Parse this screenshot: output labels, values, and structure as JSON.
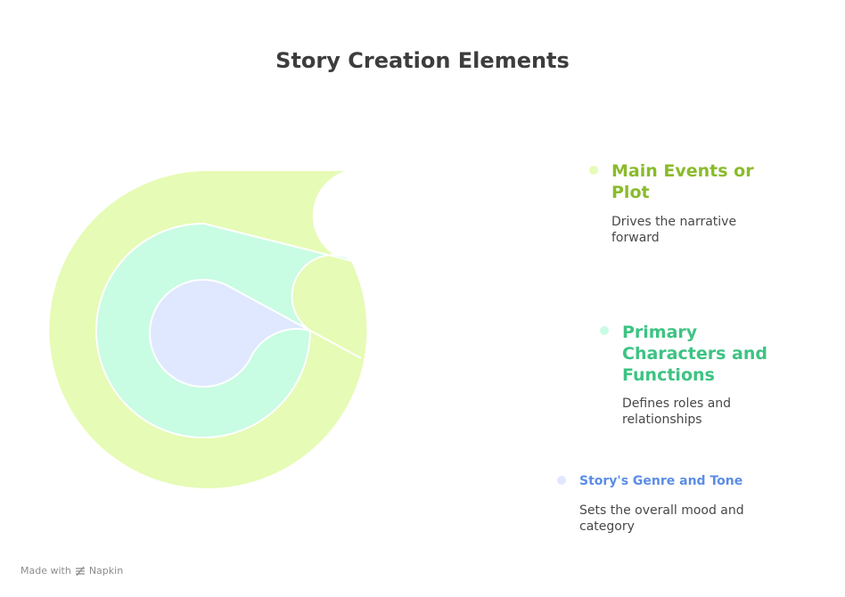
{
  "title": "Story Creation Elements",
  "layers": [
    {
      "id": "plot",
      "title": "Main Events or Plot",
      "description": "Drives the narrative forward",
      "fill": "#e6fbb5",
      "dot": "#e6fbb5",
      "text_color": "#8abb2b"
    },
    {
      "id": "characters",
      "title": "Primary Characters and Functions",
      "description": "Defines roles and relationships",
      "fill": "#c8fce3",
      "dot": "#c8fce3",
      "text_color": "#3dc383"
    },
    {
      "id": "genre",
      "title": "Story's Genre and Tone",
      "description": "Sets the overall mood and category",
      "fill": "#dfe8fe",
      "dot": "#dfe8fe",
      "text_color": "#5b8de6"
    }
  ],
  "footer": {
    "made_with": "Made with",
    "brand": "Napkin"
  }
}
